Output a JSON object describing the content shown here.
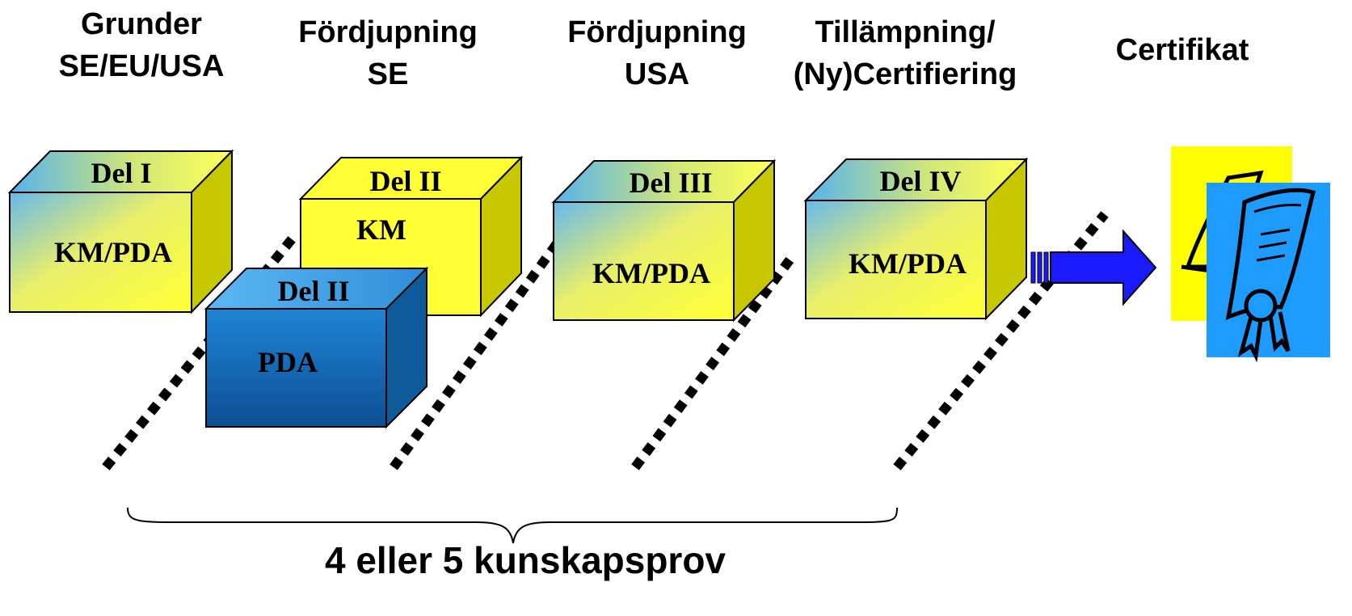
{
  "columns": [
    {
      "line1": "Grunder",
      "line2": "SE/EU/USA"
    },
    {
      "line1": "Fördjupning",
      "line2": "SE"
    },
    {
      "line1": "Fördjupning",
      "line2": "USA"
    },
    {
      "line1": "Tillämpning/",
      "line2": "(Ny)Certifiering"
    },
    {
      "line1": "Certifikat",
      "line2": ""
    }
  ],
  "boxes": {
    "del1": {
      "title": "Del I",
      "body": "KM/PDA"
    },
    "del2_km": {
      "title": "Del II",
      "body": "KM"
    },
    "del2_pda": {
      "title": "Del II",
      "body": "PDA"
    },
    "del3": {
      "title": "Del III",
      "body": "KM/PDA"
    },
    "del4": {
      "title": "Del IV",
      "body": "KM/PDA"
    }
  },
  "footer": "4 eller 5 kunskapsprov",
  "colors": {
    "yellow": "#ffff33",
    "blue": "#1e7bc8",
    "light_blue": "#3fa9f5",
    "arrow": "#1a1aff",
    "certificate_yellow": "#ffff00",
    "certificate_blue": "#1e9bff"
  },
  "icons": [
    "arrow-right-icon",
    "certificate-icon"
  ]
}
